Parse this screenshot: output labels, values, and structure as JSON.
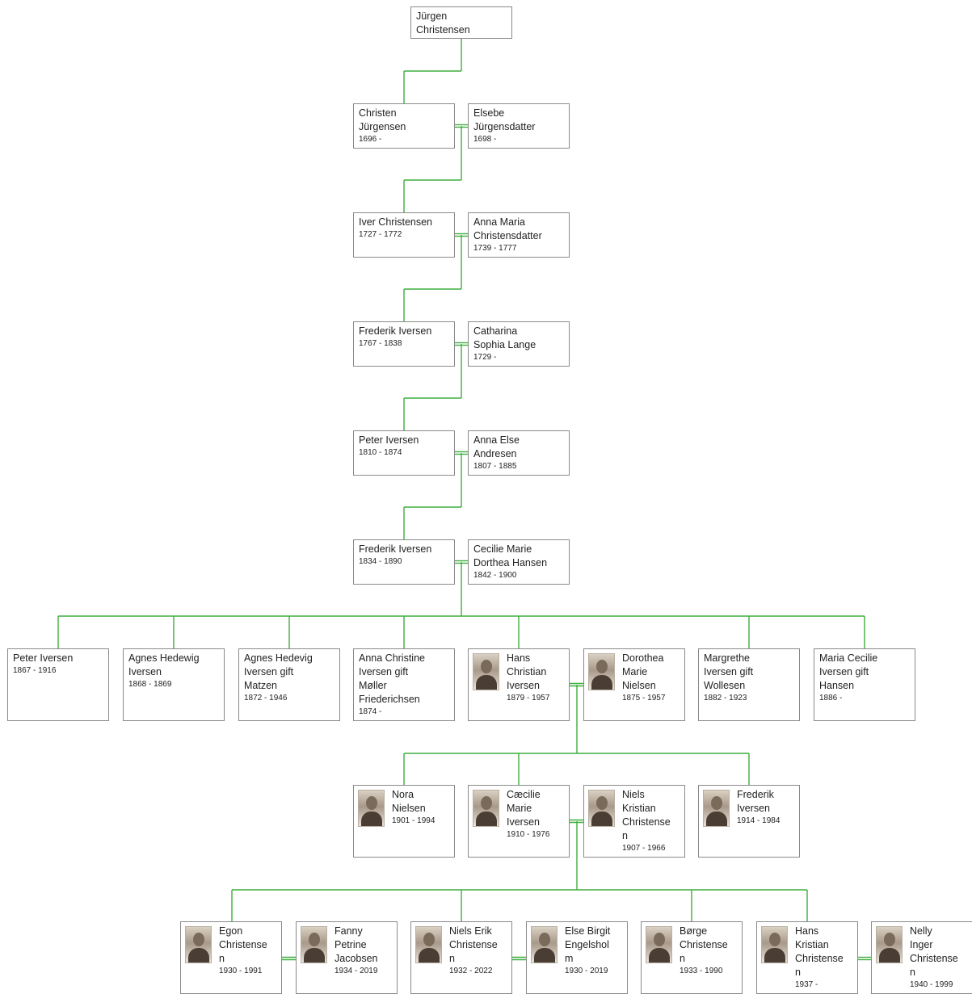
{
  "colors": {
    "connector": "#3fae3f",
    "border": "#8a8a8a",
    "text": "#222222"
  },
  "people": [
    {
      "id": "jurgen",
      "name": "Jürgen\nChristensen",
      "dates": ""
    },
    {
      "id": "christen",
      "name": "Christen\nJürgensen",
      "dates": "1696 -"
    },
    {
      "id": "elsebe",
      "name": "Elsebe\nJürgensdatter",
      "dates": "1698 -"
    },
    {
      "id": "iver",
      "name": "Iver Christensen",
      "dates": "1727 - 1772"
    },
    {
      "id": "anna-maria",
      "name": "Anna Maria\nChristensdatter",
      "dates": "1739 - 1777"
    },
    {
      "id": "frederik-1767",
      "name": "Frederik Iversen",
      "dates": "1767 - 1838"
    },
    {
      "id": "catharina",
      "name": "Catharina\nSophia Lange",
      "dates": "1729 -"
    },
    {
      "id": "peter-1810",
      "name": "Peter Iversen",
      "dates": "1810 - 1874"
    },
    {
      "id": "anna-else",
      "name": "Anna Else\nAndresen",
      "dates": "1807 - 1885"
    },
    {
      "id": "frederik-1834",
      "name": "Frederik Iversen",
      "dates": "1834 - 1890"
    },
    {
      "id": "cecilie-marie",
      "name": "Cecilie Marie\nDorthea Hansen",
      "dates": "1842 - 1900"
    },
    {
      "id": "peter-1867",
      "name": "Peter Iversen",
      "dates": "1867 - 1916"
    },
    {
      "id": "agnes-hedewig",
      "name": "Agnes Hedewig\nIversen",
      "dates": "1868 - 1869"
    },
    {
      "id": "agnes-hedevig",
      "name": "Agnes Hedevig\nIversen gift\nMatzen",
      "dates": "1872 - 1946"
    },
    {
      "id": "anna-christine",
      "name": "Anna Christine\nIversen gift\nMøller\nFriederichsen",
      "dates": "1874 -"
    },
    {
      "id": "hans-christian",
      "name": "Hans\nChristian\nIversen",
      "dates": "1879 - 1957",
      "photo": true
    },
    {
      "id": "dorothea",
      "name": "Dorothea\nMarie\nNielsen",
      "dates": "1875 - 1957",
      "photo": true
    },
    {
      "id": "margrethe",
      "name": "Margrethe\nIversen gift\nWollesen",
      "dates": "1882 - 1923"
    },
    {
      "id": "maria-cecilie",
      "name": "Maria Cecilie\nIversen gift\nHansen",
      "dates": "1886 -"
    },
    {
      "id": "nora",
      "name": "Nora\nNielsen",
      "dates": "1901 - 1994",
      "photo": true
    },
    {
      "id": "caecilie",
      "name": "Cæcilie\nMarie\nIversen",
      "dates": "1910 - 1976",
      "photo": true
    },
    {
      "id": "niels-kristian",
      "name": "Niels\nKristian\nChristense\nn",
      "dates": "1907 - 1966",
      "photo": true
    },
    {
      "id": "frederik-1914",
      "name": "Frederik\nIversen",
      "dates": "1914 - 1984",
      "photo": true
    },
    {
      "id": "egon",
      "name": "Egon\nChristense\nn",
      "dates": "1930 - 1991",
      "photo": true
    },
    {
      "id": "fanny",
      "name": "Fanny\nPetrine\nJacobsen",
      "dates": "1934 - 2019",
      "photo": true
    },
    {
      "id": "niels-erik",
      "name": "Niels Erik\nChristense\nn",
      "dates": "1932 - 2022",
      "photo": true
    },
    {
      "id": "else-birgit",
      "name": "Else Birgit\nEngelshol\nm",
      "dates": "1930 - 2019",
      "photo": true
    },
    {
      "id": "borge",
      "name": "Børge\nChristense\nn",
      "dates": "1933 - 1990",
      "photo": true
    },
    {
      "id": "hans-kristian",
      "name": "Hans\nKristian\nChristense\nn",
      "dates": "1937 -",
      "photo": true
    },
    {
      "id": "nelly",
      "name": "Nelly\nInger\nChristense\nn",
      "dates": "1940 - 1999",
      "photo": true
    }
  ]
}
